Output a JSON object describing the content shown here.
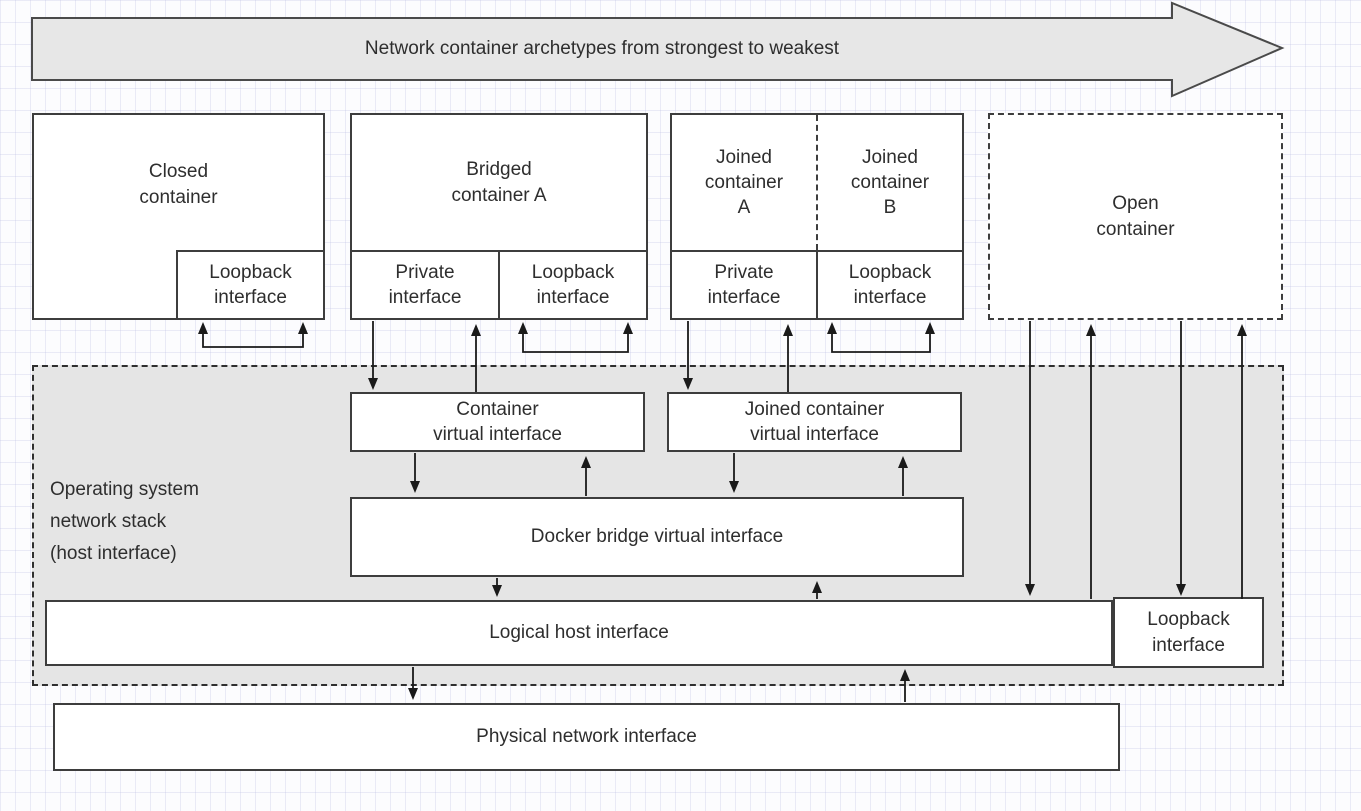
{
  "diagram": {
    "title": "Network container archetypes from strongest to weakest",
    "os_stack_label": "Operating system\nnetwork stack\n(host interface)",
    "containers": {
      "closed": "Closed\ncontainer",
      "closed_loopback": "Loopback\ninterface",
      "bridged": "Bridged\ncontainer A",
      "bridged_private": "Private\ninterface",
      "bridged_loopback": "Loopback\ninterface",
      "joined_a": "Joined\ncontainer\nA",
      "joined_b": "Joined\ncontainer\nB",
      "joined_private": "Private\ninterface",
      "joined_loopback": "Loopback\ninterface",
      "open": "Open\ncontainer"
    },
    "host": {
      "container_virtual": "Container\nvirtual interface",
      "joined_virtual": "Joined container\nvirtual interface",
      "docker_bridge": "Docker bridge virtual interface",
      "logical_host": "Logical host interface",
      "loopback": "Loopback\ninterface",
      "physical": "Physical network interface"
    },
    "colors": {
      "banner_fill": "#e7e7e7",
      "region_fill": "#e5e5e5",
      "box_border": "#3d3d3d",
      "line": "#1a1a1a",
      "text": "#2e2e2e",
      "grid": "#dfe0ef"
    }
  }
}
